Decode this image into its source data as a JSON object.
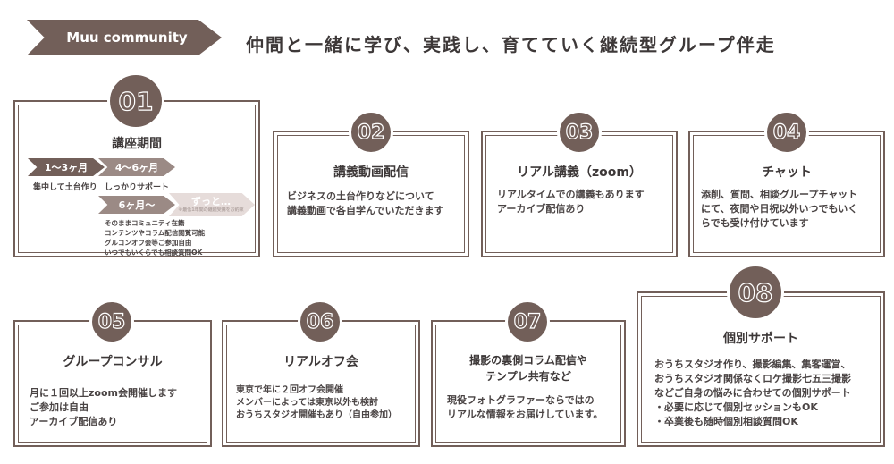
{
  "header": {
    "brand": "Muu community",
    "title": "仲間と一緒に学び、実践し、育てていく継続型グループ伴走"
  },
  "colors": {
    "brand": "#725f59",
    "arrow2": "#9b8a85",
    "arrow4": "#e6dcda"
  },
  "cards": [
    {
      "num": "01",
      "title": "講座期間",
      "phases": [
        {
          "label": "1〜3ヶ月",
          "desc": "集中して土台作り"
        },
        {
          "label": "4〜6ヶ月",
          "desc": "しっかりサポート"
        },
        {
          "label": "6ヶ月〜",
          "desc": "そのままコミュニティ在籍\nコンテンツやコラム配信閲覧可能\nグルコンオフ会等ご参加自由\nいつでもいくらでも相談質問OK"
        },
        {
          "label": "ずっと…",
          "desc": "※最低1年間の継続受講をお約束"
        }
      ]
    },
    {
      "num": "02",
      "title": "講義動画配信",
      "body": "ビジネスの土台作りなどについて\n講義動画で各自学んでいただきます"
    },
    {
      "num": "03",
      "title": "リアル講義（zoom）",
      "body": "リアルタイムでの講義もあります\nアーカイブ配信あり"
    },
    {
      "num": "04",
      "title": "チャット",
      "body": "添削、質問、相談グループチャット\nにて、夜間や日祝以外いつでもいく\nらでも受け付けています"
    },
    {
      "num": "05",
      "title": "グループコンサル",
      "body": "月に１回以上zoom会開催します\nご参加は自由\nアーカイブ配信あり"
    },
    {
      "num": "06",
      "title": "リアルオフ会",
      "body": "東京で年に２回オフ会開催\nメンバーによっては東京以外も検討\nおうちスタジオ開催もあり（自由参加）"
    },
    {
      "num": "07",
      "title": "撮影の裏側コラム配信や\nテンプレ共有など",
      "body": "現役フォトグラファーならではの\nリアルな情報をお届けしています。"
    },
    {
      "num": "08",
      "title": "個別サポート",
      "body": "おうちスタジオ作り、撮影編集、集客運営、\nおうちスタジオ関係なくロケ撮影七五三撮影\nなどご自身の悩みに合わせての個別サポート\n・必要に応じて個別セッションもOK\n・卒業後も随時個別相談質問OK"
    }
  ]
}
